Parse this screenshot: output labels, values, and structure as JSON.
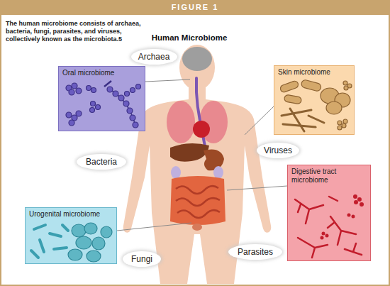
{
  "diagram": {
    "title": "Human Microbiome",
    "caption": "The human microbiome consists of archaea, bacteria, fungi, parasites, and viruses, collectively known as the microbiota.5",
    "nodes": [
      {
        "text": [
          "Archaea"
        ]
      },
      {
        "text": [
          "Oral microbiome"
        ]
      },
      {
        "text": [
          "Skin microbiome"
        ]
      },
      {
        "text": [
          "Bacteria"
        ]
      },
      {
        "text": [
          "Viruses"
        ]
      },
      {
        "text": [
          "Digestive tract microbiome"
        ]
      },
      {
        "text": [
          "Urogenital microbiome"
        ]
      },
      {
        "text": [
          "Fungi"
        ]
      },
      {
        "text": [
          "Parasites"
        ]
      }
    ],
    "labels": [
      "FIGURE 1"
    ]
  }
}
